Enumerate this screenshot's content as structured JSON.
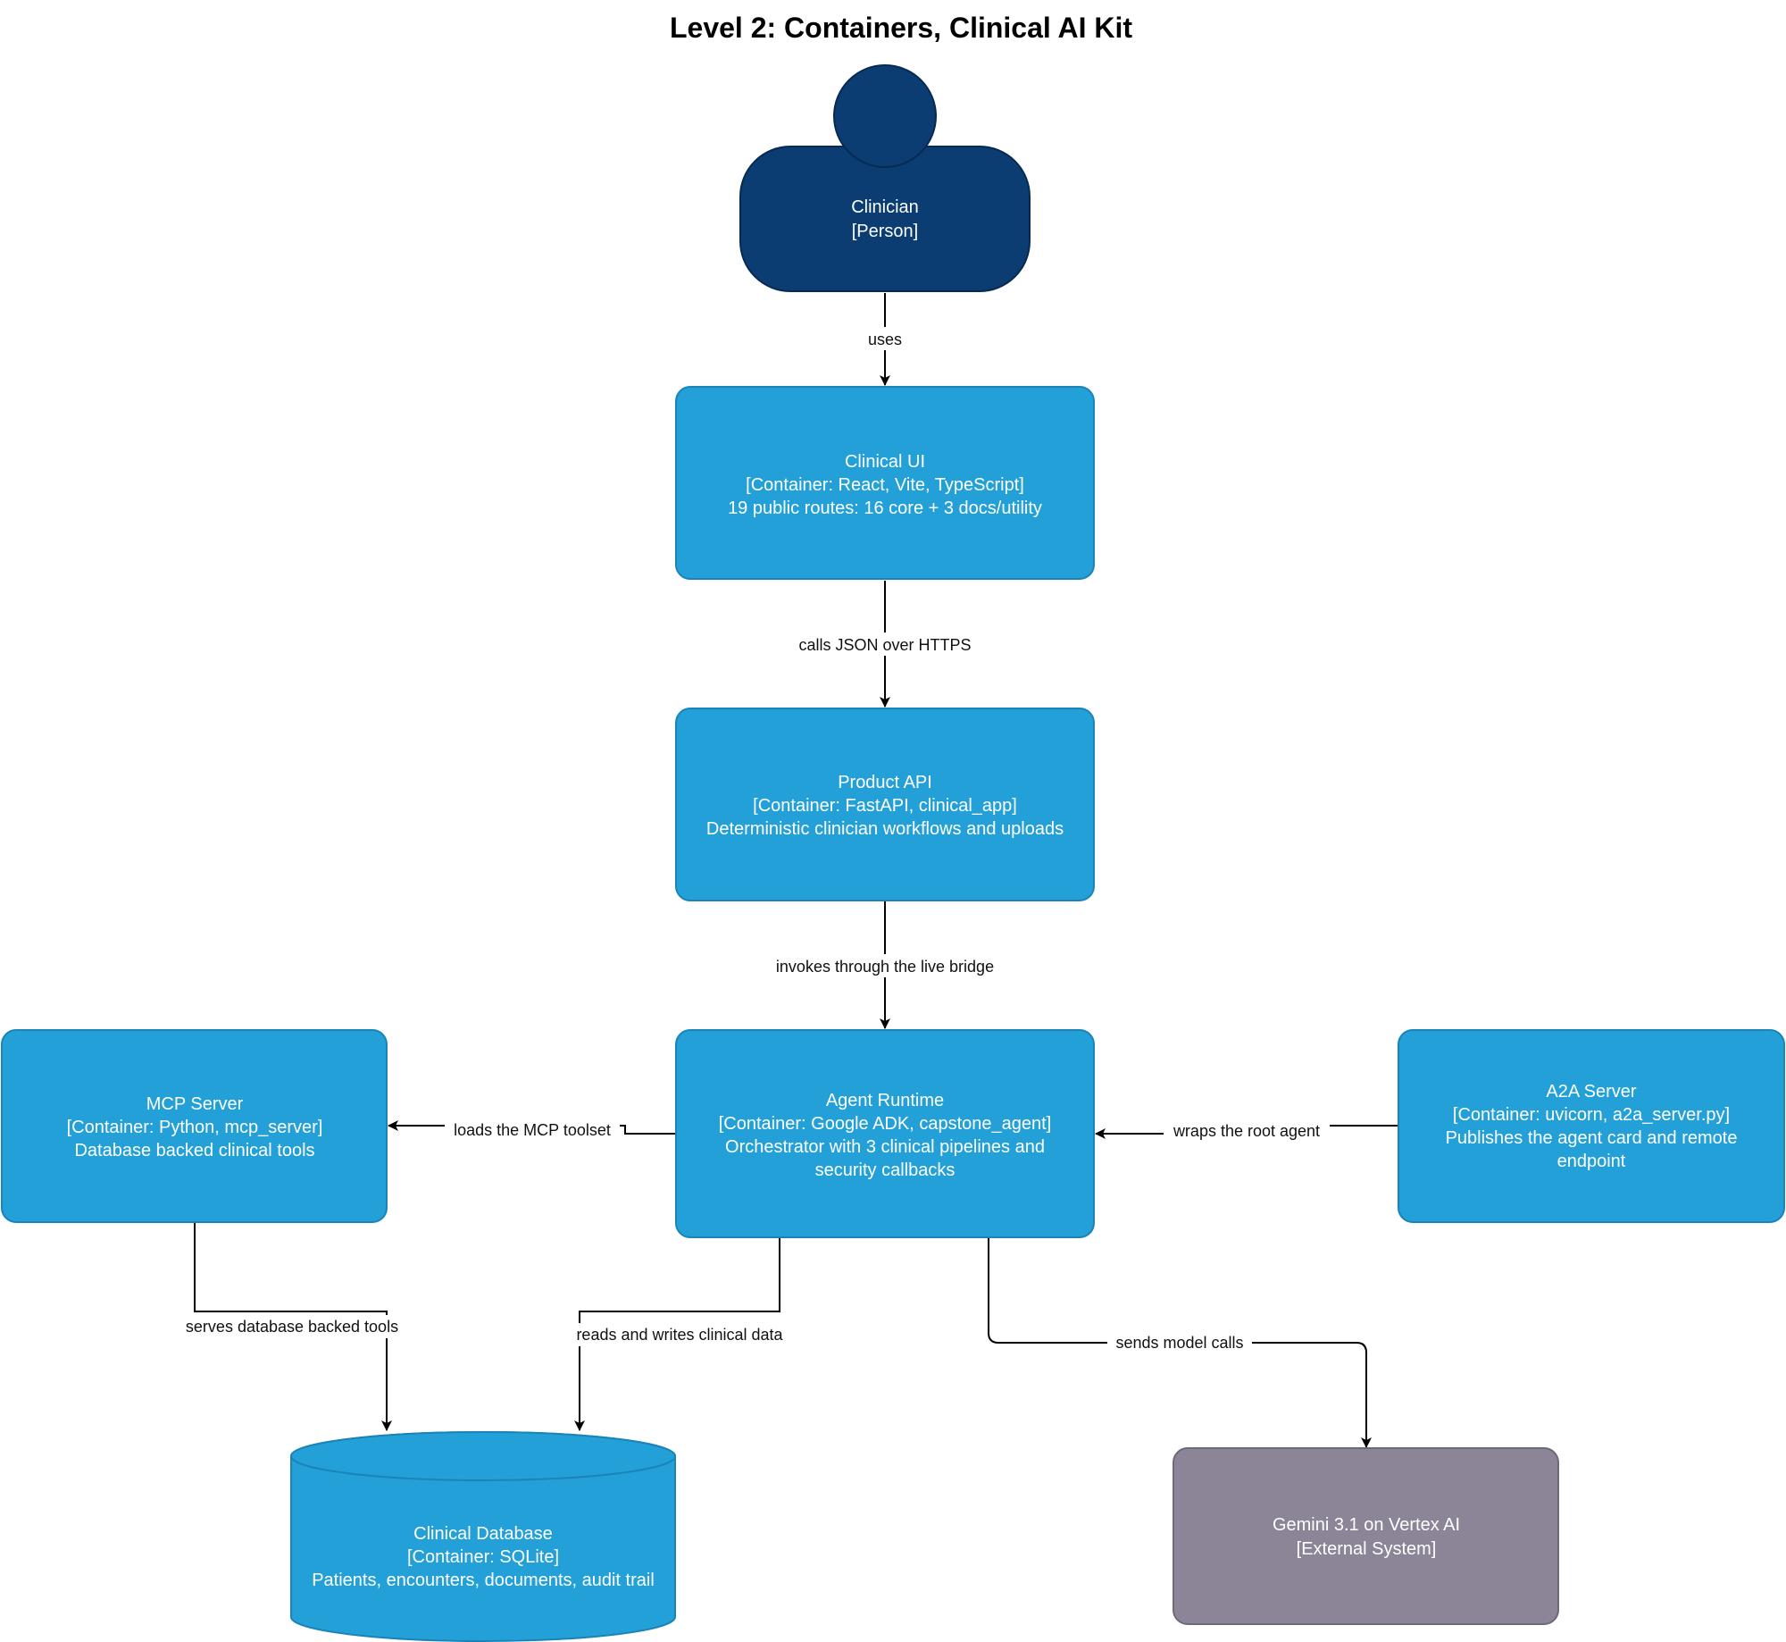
{
  "title": "Level 2: Containers, Clinical AI Kit",
  "colors": {
    "person": "#0b3d73",
    "container": "#23a0d8",
    "container_border": "#1a84b8",
    "external": "#8c8497",
    "edge": "#000000"
  },
  "nodes": {
    "clinician": {
      "name": "Clinician",
      "kind": "[Person]"
    },
    "clinical_ui": {
      "name": "Clinical UI",
      "kind": "[Container: React, Vite, TypeScript]",
      "desc": "19 public routes: 16 core + 3 docs/utility"
    },
    "product_api": {
      "name": "Product API",
      "kind": "[Container: FastAPI, clinical_app]",
      "desc": "Deterministic clinician workflows and uploads"
    },
    "agent_runtime": {
      "name": "Agent Runtime",
      "kind": "[Container: Google ADK, capstone_agent]",
      "desc1": "Orchestrator with 3 clinical pipelines and",
      "desc2": "security callbacks"
    },
    "mcp_server": {
      "name": "MCP Server",
      "kind": "[Container: Python, mcp_server]",
      "desc": "Database backed clinical tools"
    },
    "a2a_server": {
      "name": "A2A Server",
      "kind": "[Container: uvicorn, a2a_server.py]",
      "desc1": "Publishes the agent card and remote",
      "desc2": "endpoint"
    },
    "clinical_db": {
      "name": "Clinical Database",
      "kind": "[Container: SQLite]",
      "desc": "Patients, encounters, documents, audit trail"
    },
    "gemini": {
      "name": "Gemini 3.1 on Vertex AI",
      "kind": "[External System]"
    }
  },
  "edges": {
    "uses": "uses",
    "calls_json": "calls JSON over HTTPS",
    "invokes": "invokes through the live bridge",
    "loads_mcp": "loads the MCP toolset",
    "wraps_root": "wraps the root agent",
    "serves_db": "serves database backed tools",
    "reads_writes": "reads and writes clinical data",
    "sends_model": "sends model calls"
  }
}
